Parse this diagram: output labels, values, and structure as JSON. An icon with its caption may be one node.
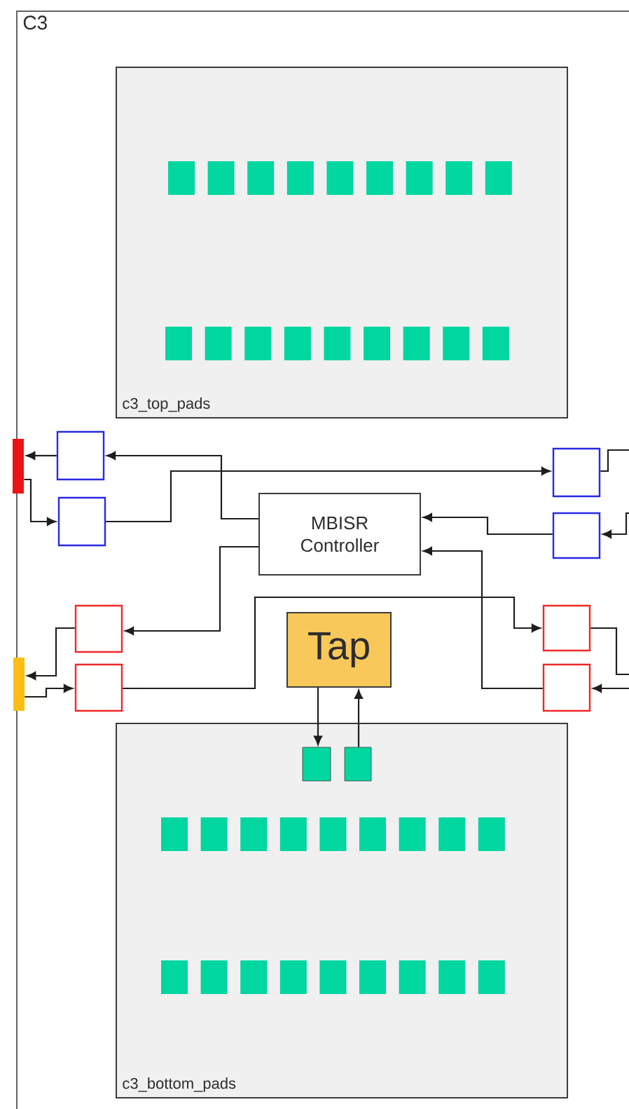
{
  "diagram": {
    "nodes": [
      {
        "text": [
          "C3"
        ]
      },
      {
        "text": [
          "c3_top_pads"
        ],
        "in": 0
      },
      {
        "text": [],
        "shape": "box",
        "in": 0
      },
      {
        "text": [],
        "shape": "box",
        "in": 0
      },
      {
        "text": [],
        "shape": "box",
        "in": 0
      },
      {
        "text": [],
        "shape": "box",
        "in": 0
      },
      {
        "text": [
          "MBISR Controller"
        ],
        "in": 0
      },
      {
        "text": [],
        "shape": "box",
        "in": 0
      },
      {
        "text": [],
        "shape": "box",
        "in": 0
      },
      {
        "text": [
          "Tap"
        ],
        "in": 0
      },
      {
        "text": [],
        "shape": "box",
        "in": 0
      },
      {
        "text": [],
        "shape": "box",
        "in": 0
      },
      {
        "text": [
          "c3_bottom_pads"
        ],
        "in": 0
      },
      {
        "text": [],
        "shape": "box",
        "in": 12
      },
      {
        "text": [],
        "shape": "box",
        "in": 12
      },
      {
        "text": [],
        "shape": "bar"
      },
      {
        "text": [],
        "shape": "bar"
      }
    ],
    "edges": [
      {
        "from": 2,
        "to": 15,
        "arrow": "to"
      },
      {
        "from": 15,
        "to": 3,
        "arrow": "to"
      },
      {
        "from": 6,
        "to": 2,
        "arrow": "to"
      },
      {
        "from": 3,
        "to": 4,
        "arrow": "to"
      },
      {
        "from": 4,
        "to": null,
        "arrow": "none"
      },
      {
        "from": null,
        "to": 5,
        "arrow": "to"
      },
      {
        "from": 5,
        "to": 6,
        "arrow": "to"
      },
      {
        "from": 6,
        "to": 7,
        "arrow": "to"
      },
      {
        "from": 7,
        "to": 16,
        "arrow": "to"
      },
      {
        "from": 16,
        "to": 8,
        "arrow": "to"
      },
      {
        "from": 8,
        "to": 10,
        "arrow": "to"
      },
      {
        "from": 10,
        "to": null,
        "arrow": "none"
      },
      {
        "from": null,
        "to": 11,
        "arrow": "to"
      },
      {
        "from": 11,
        "to": 6,
        "arrow": "to"
      },
      {
        "from": 9,
        "to": 13,
        "arrow": "to"
      },
      {
        "from": 14,
        "to": 9,
        "arrow": "to"
      }
    ]
  }
}
